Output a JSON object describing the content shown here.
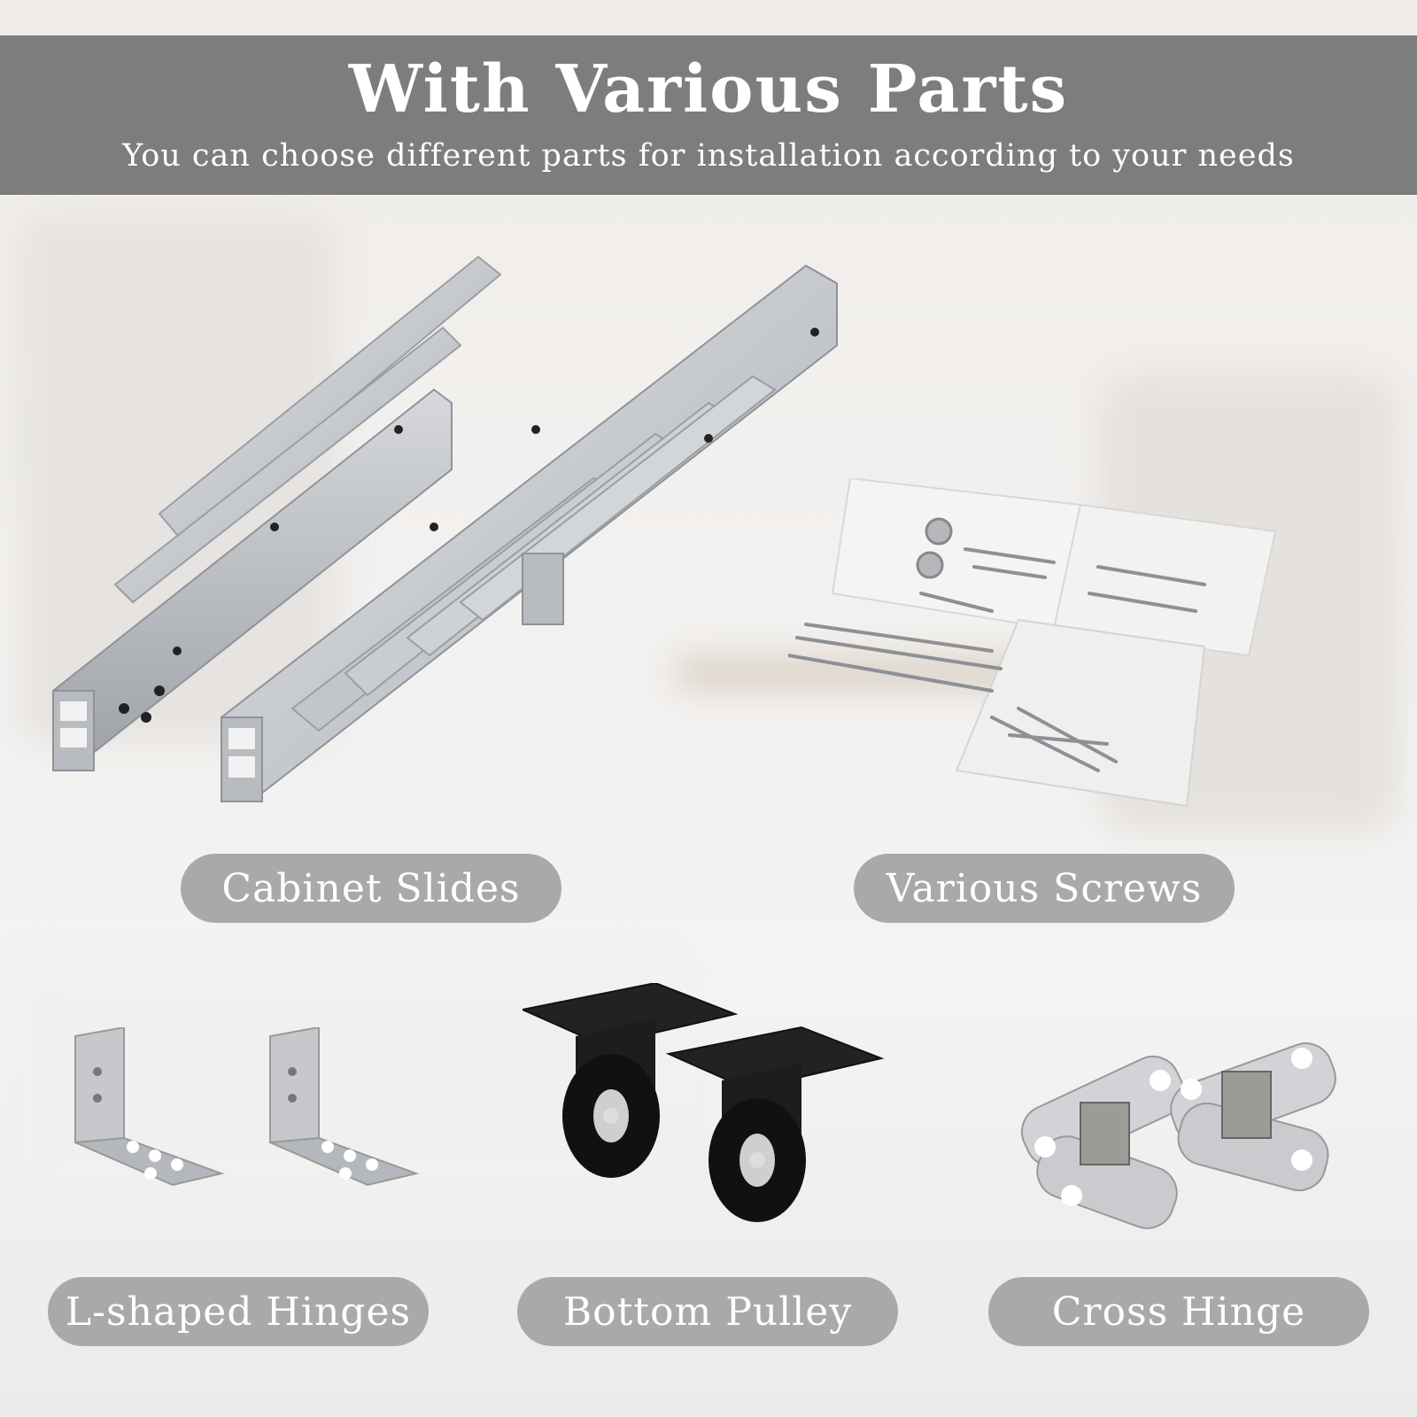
{
  "banner": {
    "title": "With Various Parts",
    "subtitle": "You can choose different parts for installation according to your needs"
  },
  "parts": [
    {
      "label": "Cabinet Slides",
      "icon": "cabinet-slides-image"
    },
    {
      "label": "Various Screws",
      "icon": "screws-bag-image"
    },
    {
      "label": "L-shaped Hinges",
      "icon": "l-hinge-image"
    },
    {
      "label": "Bottom Pulley",
      "icon": "caster-wheel-image"
    },
    {
      "label": "Cross Hinge",
      "icon": "cross-hinge-image"
    }
  ],
  "colors": {
    "banner": "#7d7d7d",
    "pill": "#a9a9a9",
    "text": "#ffffff",
    "metal": "#c8cacd",
    "caster": "#1a1a1a"
  }
}
